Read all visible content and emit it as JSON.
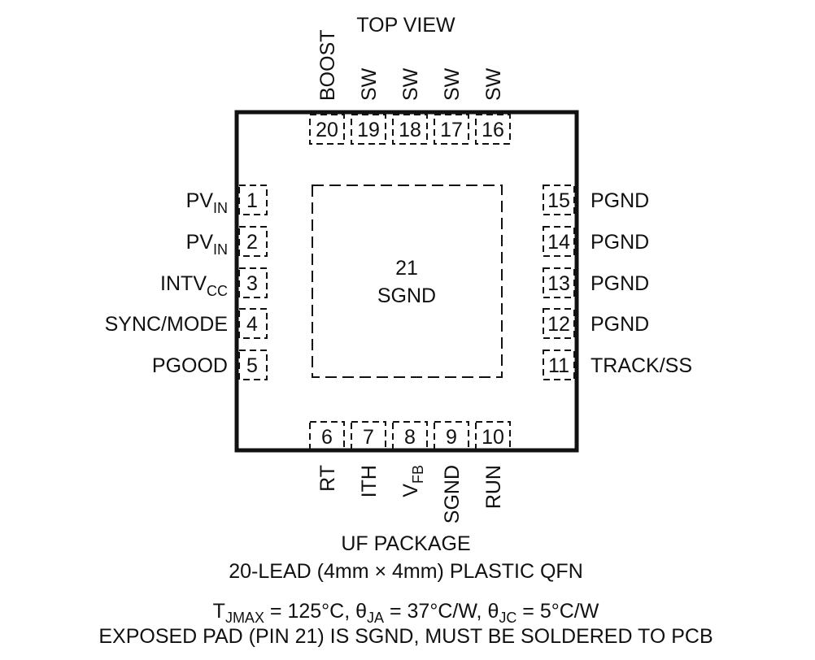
{
  "title": "TOP VIEW",
  "exposed_pad": {
    "number": "21",
    "name": "SGND"
  },
  "pins": {
    "left": [
      {
        "number": "1",
        "name": "PV",
        "sub": "IN"
      },
      {
        "number": "2",
        "name": "PV",
        "sub": "IN"
      },
      {
        "number": "3",
        "name": "INTV",
        "sub": "CC"
      },
      {
        "number": "4",
        "name": "SYNC/MODE",
        "sub": ""
      },
      {
        "number": "5",
        "name": "PGOOD",
        "sub": ""
      }
    ],
    "bottom": [
      {
        "number": "6",
        "name": "RT",
        "sub": ""
      },
      {
        "number": "7",
        "name": "ITH",
        "sub": ""
      },
      {
        "number": "8",
        "name": "V",
        "sub": "FB"
      },
      {
        "number": "9",
        "name": "SGND",
        "sub": ""
      },
      {
        "number": "10",
        "name": "RUN",
        "sub": ""
      }
    ],
    "right": [
      {
        "number": "15",
        "name": "PGND",
        "sub": ""
      },
      {
        "number": "14",
        "name": "PGND",
        "sub": ""
      },
      {
        "number": "13",
        "name": "PGND",
        "sub": ""
      },
      {
        "number": "12",
        "name": "PGND",
        "sub": ""
      },
      {
        "number": "11",
        "name": "TRACK/SS",
        "sub": ""
      }
    ],
    "top": [
      {
        "number": "20",
        "name": "BOOST",
        "sub": ""
      },
      {
        "number": "19",
        "name": "SW",
        "sub": ""
      },
      {
        "number": "18",
        "name": "SW",
        "sub": ""
      },
      {
        "number": "17",
        "name": "SW",
        "sub": ""
      },
      {
        "number": "16",
        "name": "SW",
        "sub": ""
      }
    ]
  },
  "package": {
    "name": "UF PACKAGE",
    "description": "20-LEAD (4mm × 4mm) PLASTIC QFN"
  },
  "thermal": {
    "tj_symbol": "T",
    "tj_sub": "JMAX",
    "tj_value": " = 125°C, ",
    "ja_symbol": "θ",
    "ja_sub": "JA",
    "ja_value": " = 37°C/W, ",
    "jc_symbol": "θ",
    "jc_sub": "JC",
    "jc_value": " = 5°C/W"
  },
  "note": "EXPOSED PAD (PIN 21) IS SGND, MUST BE SOLDERED TO PCB"
}
